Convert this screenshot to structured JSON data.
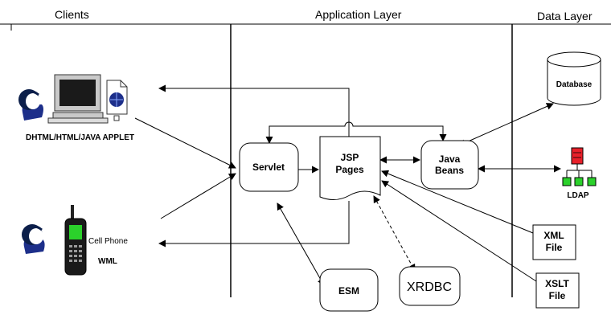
{
  "headers": {
    "clients": "Clients",
    "application_layer": "Application Layer",
    "data_layer": "Data Layer"
  },
  "clients": {
    "desktop_label": "DHTML/HTML/JAVA APPLET",
    "phone_label": "Cell Phone",
    "phone_protocol": "WML"
  },
  "components": {
    "servlet": "Servlet",
    "jsp_line1": "JSP",
    "jsp_line2": "Pages",
    "beans_line1": "Java",
    "beans_line2": "Beans",
    "esm": "ESM",
    "xrdbc": "XRDBC",
    "xml_line1": "XML",
    "xml_line2": "File",
    "xslt_line1": "XSLT",
    "xslt_line2": "File"
  },
  "data_layer": {
    "database": "Database",
    "ldap": "LDAP"
  },
  "colors": {
    "ldap_root": "#e8202a",
    "ldap_child": "#2bd12b",
    "phone_screen": "#2bd12b",
    "monitor_screen": "#1a1a1a",
    "face_hair": "#0c1f4a",
    "person_body": "#1d2f8a"
  }
}
